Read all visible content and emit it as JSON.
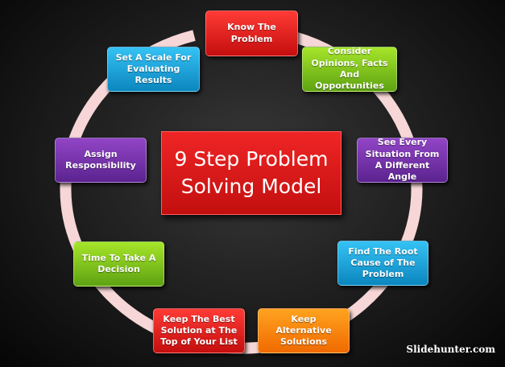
{
  "title": {
    "line1": "9 Step Problem",
    "line2": "Solving Model"
  },
  "steps": [
    {
      "label": "Know The Problem",
      "color": "#e21d1d"
    },
    {
      "label": "Consider Opinions, Facts And Opportunities",
      "color": "#7cc41c"
    },
    {
      "label": "See Every Situation From A Different Angle",
      "color": "#7232a8"
    },
    {
      "label": "Find The Root Cause of The Problem",
      "color": "#22a8e0"
    },
    {
      "label": "Keep Alternative Solutions",
      "color": "#f7870b"
    },
    {
      "label": "Keep The Best Solution at The Top of Your List",
      "color": "#e21d1d"
    },
    {
      "label": "Time To Take A Decision",
      "color": "#7cc41c"
    },
    {
      "label": "Assign Responsibility",
      "color": "#7232a8"
    },
    {
      "label": "Set A Scale For Evaluating Results",
      "color": "#22a8e0"
    }
  ],
  "cycle_color": "#f6d6d6",
  "watermark": "Slidehunter.com"
}
